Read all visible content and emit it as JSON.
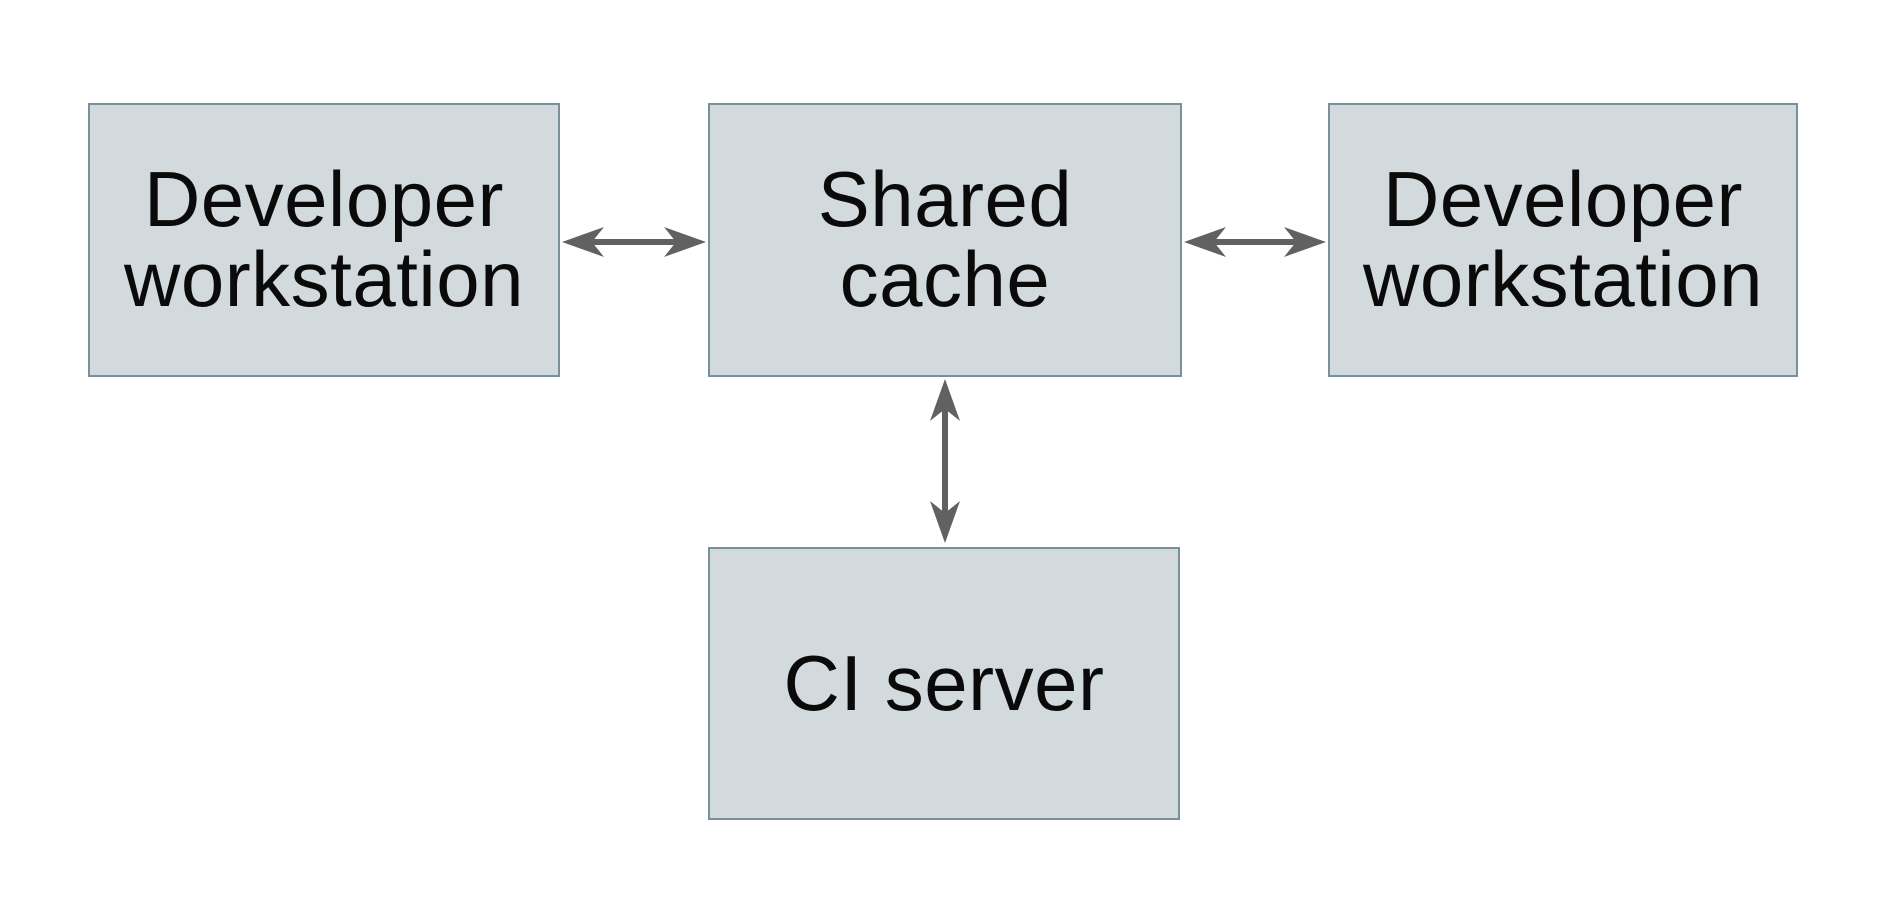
{
  "page": {
    "background": "#ffffff"
  },
  "diagram": {
    "type": "architecture-diagram",
    "nodes": [
      {
        "id": "developer-workstation-left",
        "label": "Developer\nworkstation"
      },
      {
        "id": "shared-cache",
        "label": "Shared\ncache"
      },
      {
        "id": "developer-workstation-right",
        "label": "Developer\nworkstation"
      },
      {
        "id": "ci-server",
        "label": "CI server"
      }
    ],
    "edges": [
      {
        "from": "developer-workstation-left",
        "to": "shared-cache",
        "direction": "bidirectional"
      },
      {
        "from": "developer-workstation-right",
        "to": "shared-cache",
        "direction": "bidirectional"
      },
      {
        "from": "ci-server",
        "to": "shared-cache",
        "direction": "bidirectional"
      }
    ],
    "colors": {
      "node_fill": "#d2dadd",
      "node_border": "#78909c",
      "arrow": "#616161",
      "text": "#0a0a0a",
      "background": "#ffffff"
    }
  }
}
